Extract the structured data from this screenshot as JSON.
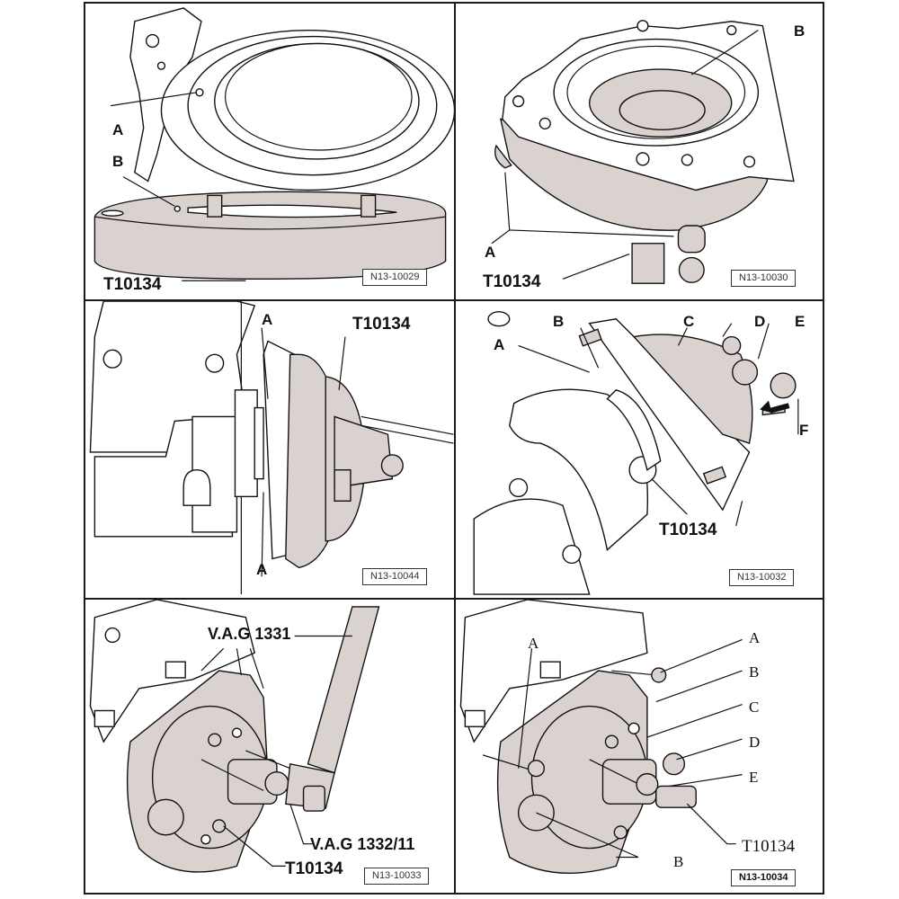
{
  "figure": {
    "panels": [
      {
        "id": "N13-10029",
        "figure_code": "N13-10029",
        "labels": [
          "A",
          "B",
          "T10134"
        ]
      },
      {
        "id": "N13-10030",
        "figure_code": "N13-10030",
        "labels": [
          "B",
          "A",
          "T10134"
        ]
      },
      {
        "id": "N13-10044",
        "figure_code": "N13-10044",
        "labels": [
          "A",
          "T10134",
          "A"
        ]
      },
      {
        "id": "N13-10032",
        "figure_code": "N13-10032",
        "labels": [
          "A",
          "B",
          "C",
          "D",
          "E",
          "F",
          "T10134"
        ]
      },
      {
        "id": "N13-10033",
        "figure_code": "N13-10033",
        "labels": [
          "V.A.G 1331",
          "V.A.G 1332/11",
          "T10134"
        ]
      },
      {
        "id": "N13-10034",
        "figure_code": "N13-10034",
        "labels": [
          "A",
          "A",
          "B",
          "C",
          "D",
          "E",
          "T10134",
          "B"
        ]
      }
    ],
    "colors": {
      "tool_fill": "#d9d2cf",
      "line": "#111111",
      "background": "#ffffff"
    }
  }
}
